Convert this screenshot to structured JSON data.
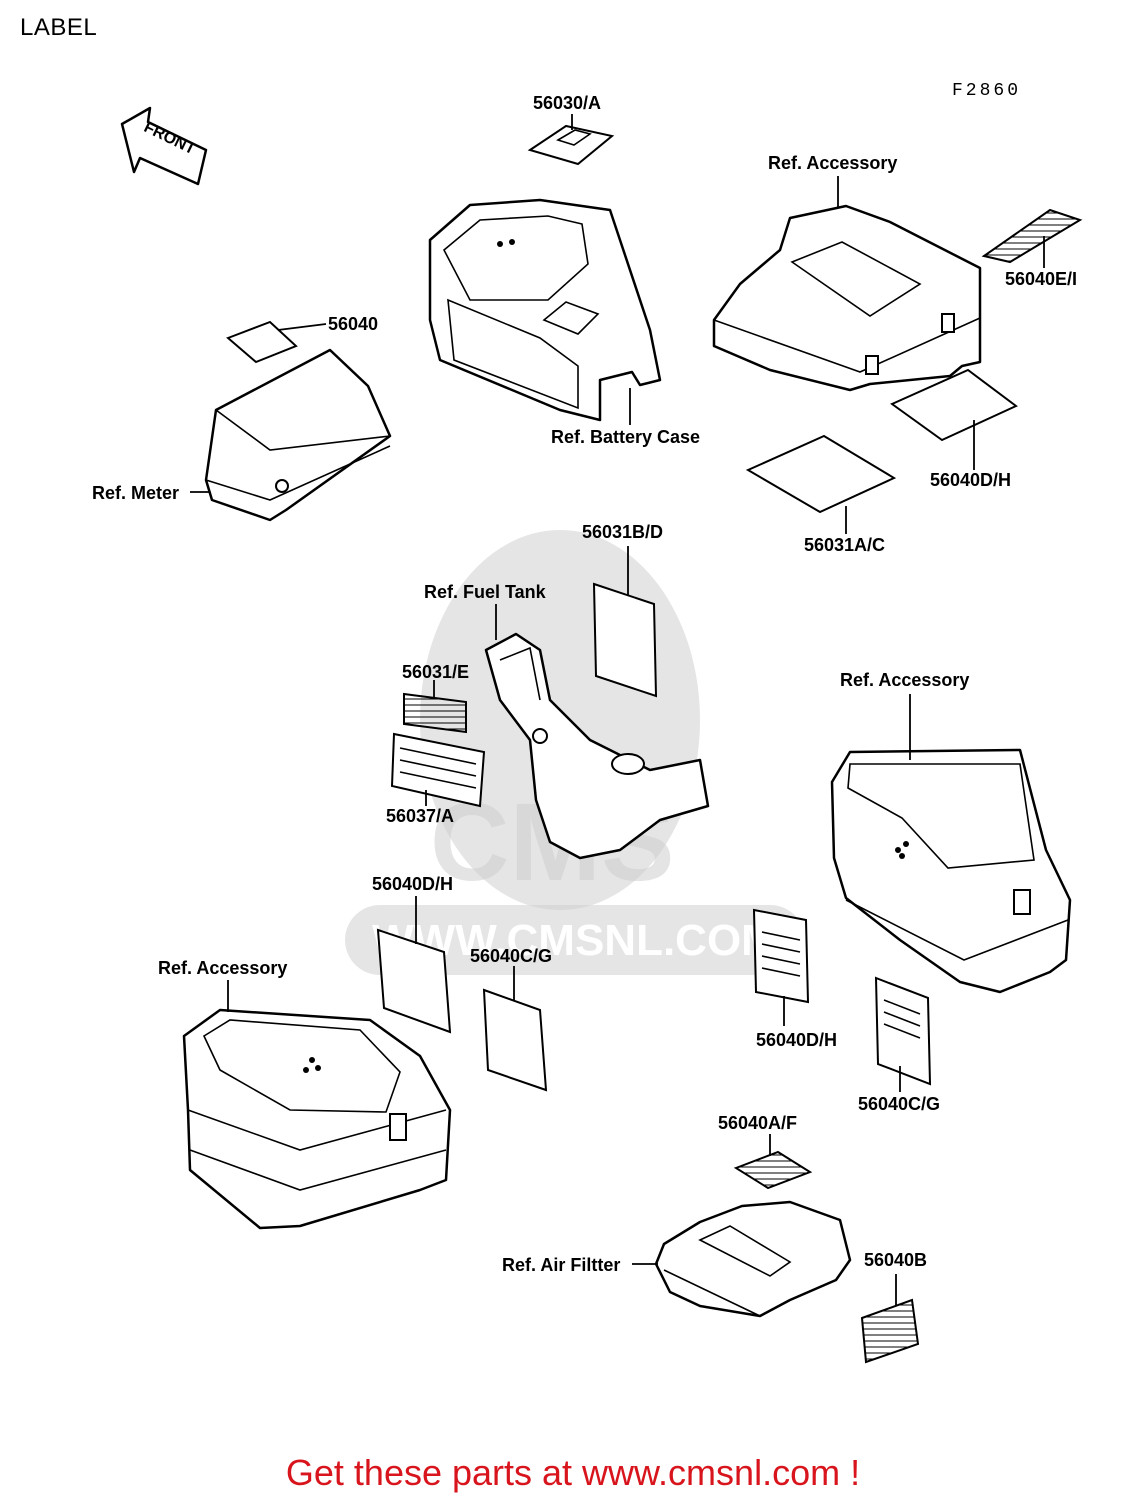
{
  "page": {
    "title": "LABEL",
    "figure_code": "F2860",
    "front_arrow": "FRONT",
    "cta": "Get these parts at www.cmsnl.com !",
    "watermark": {
      "brand": "CMS",
      "url": "WWW.CMSNL.COM"
    }
  },
  "labels": {
    "p56030A": "56030/A",
    "ref_accessory_top": "Ref. Accessory",
    "p56040EI": "56040E/I",
    "p56040": "56040",
    "ref_battery_case": "Ref. Battery Case",
    "ref_meter": "Ref. Meter",
    "p56040DH_right": "56040D/H",
    "p56031AC": "56031A/C",
    "p56031BD": "56031B/D",
    "ref_fuel_tank": "Ref. Fuel Tank",
    "p56031E": "56031/E",
    "ref_accessory_right": "Ref. Accessory",
    "p56037A": "56037/A",
    "p56040DH_mid": "56040D/H",
    "ref_accessory_left": "Ref. Accessory",
    "p56040CG_mid": "56040C/G",
    "p56040DH_lower": "56040D/H",
    "p56040CG_right": "56040C/G",
    "p56040AF": "56040A/F",
    "ref_air_filter": "Ref. Air Filtter",
    "p56040B": "56040B"
  }
}
